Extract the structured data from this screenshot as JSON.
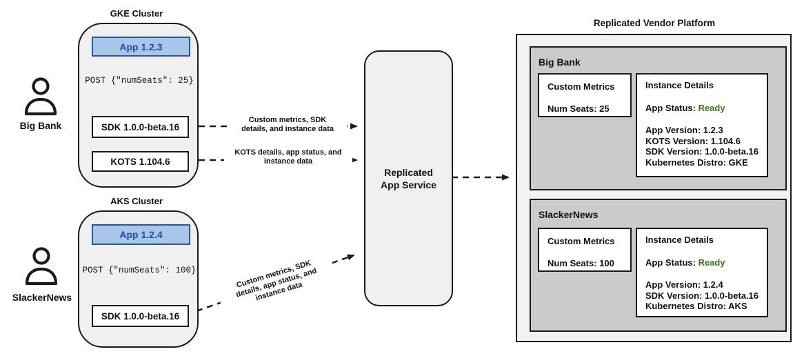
{
  "colors": {
    "app_fill": "#a8c6e9",
    "app_border": "#2a5793",
    "app_text": "#1d4f9e",
    "status_ready_green": "#38761d",
    "tenant_panel_gray": "#cbcbcb",
    "container_gray": "#f0f0f0"
  },
  "actors": [
    {
      "name": "Big Bank",
      "icon": "person-icon"
    },
    {
      "name": "SlackerNews",
      "icon": "person-icon"
    }
  ],
  "clusters": [
    {
      "title": "GKE Cluster",
      "app": "App 1.2.3",
      "post": "POST {\"numSeats\": 25}",
      "sdk": "SDK 1.0.0-beta.16",
      "kots": "KOTS 1.104.6"
    },
    {
      "title": "AKS Cluster",
      "app": "App 1.2.4",
      "post": "POST {\"numSeats\": 100}",
      "sdk": "SDK 1.0.0-beta.16"
    }
  ],
  "service": {
    "label": "Replicated\nApp Service"
  },
  "flow_labels": {
    "sdk_to_service": "Custom metrics, SDK\ndetails, and instance data",
    "kots_to_service": "KOTS details, app status, and\ninstance data",
    "sdk2_to_service": "Custom metrics, SDK\ndetails, app status, and\ninstance data"
  },
  "platform": {
    "title": "Replicated Vendor Platform",
    "tenants": [
      {
        "name": "Big Bank",
        "custom_metrics_title": "Custom Metrics",
        "num_seats": "Num Seats: 25",
        "instance_details_title": "Instance Details",
        "app_status_label": "App Status: ",
        "app_status_value": "Ready",
        "details": [
          "App Version: 1.2.3",
          "KOTS Version: 1.104.6",
          "SDK Version: 1.0.0-beta.16",
          "Kubernetes Distro: GKE"
        ]
      },
      {
        "name": "SlackerNews",
        "custom_metrics_title": "Custom Metrics",
        "num_seats": "Num Seats: 100",
        "instance_details_title": "Instance Details",
        "app_status_label": "App Status: ",
        "app_status_value": "Ready",
        "details": [
          "App Version: 1.2.4",
          "SDK Version: 1.0.0-beta.16",
          "Kubernetes Distro: AKS"
        ]
      }
    ]
  }
}
